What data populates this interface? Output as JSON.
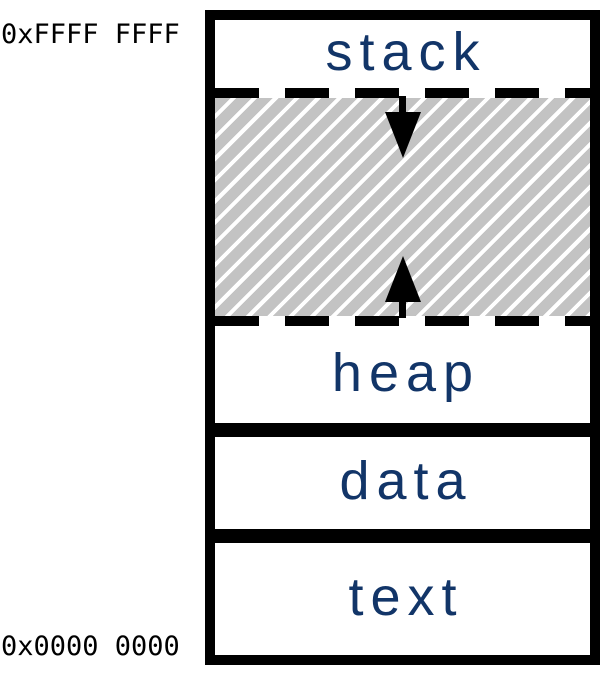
{
  "diagram": {
    "type": "process-memory-layout",
    "address_top": "0xFFFF FFFF",
    "address_bottom": "0x0000 0000",
    "sections": [
      {
        "label": "stack"
      },
      {
        "label": "heap"
      },
      {
        "label": "data"
      },
      {
        "label": "text"
      }
    ],
    "free_region": {
      "fill": "diagonal-hatch",
      "arrows": [
        {
          "direction": "down"
        },
        {
          "direction": "up"
        }
      ]
    },
    "colors": {
      "label": "#123568",
      "border": "#000000",
      "hatch_gray": "#c3c3c3",
      "background": "#ffffff"
    }
  }
}
